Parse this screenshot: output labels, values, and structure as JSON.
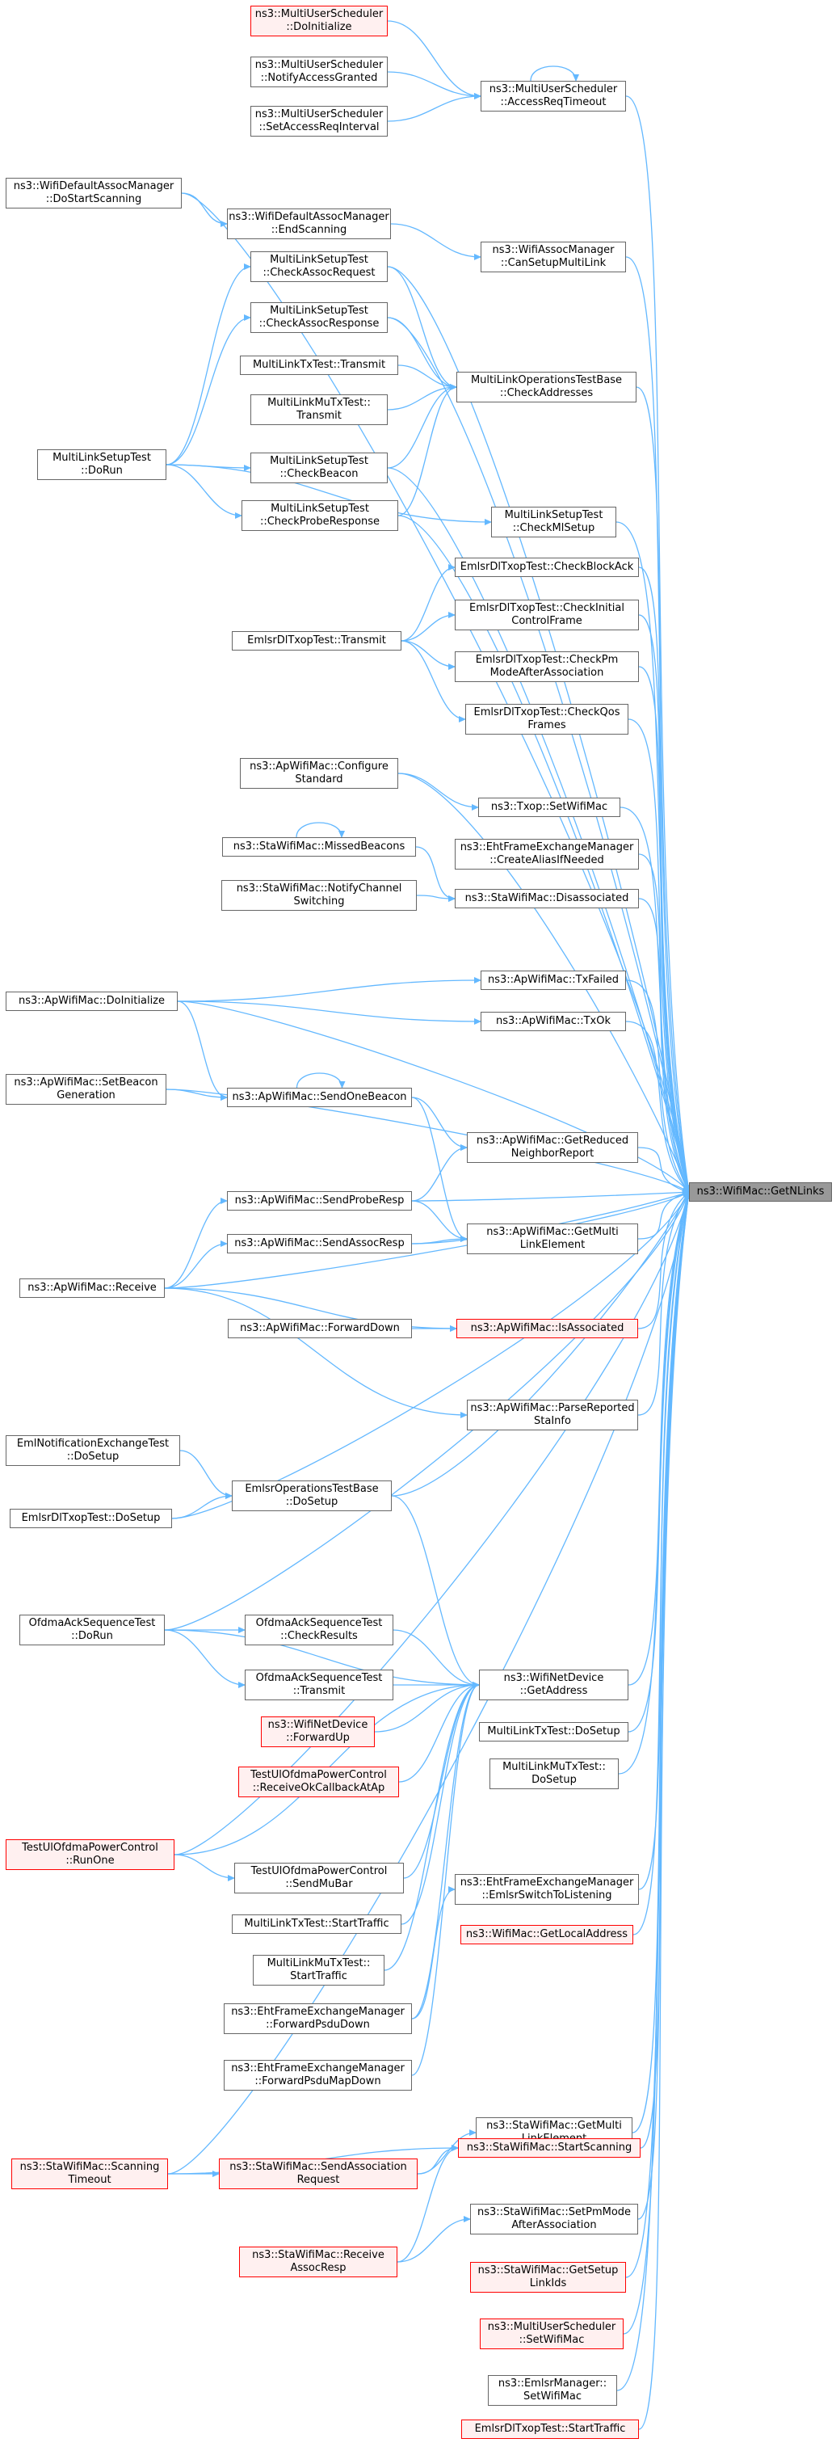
{
  "colors": {
    "edge": "#63b8ff",
    "border": "#666666",
    "red_border": "#ff0000",
    "red_fill": "#fff0f0",
    "target_fill": "#999999"
  },
  "target": "ns3::WifiMac::GetNLinks",
  "nodes": {
    "muDoInit": [
      "ns3::MultiUserScheduler",
      "::DoInitialize"
    ],
    "muNotify": [
      "ns3::MultiUserScheduler",
      "::NotifyAccessGranted"
    ],
    "muSetAcc": [
      "ns3::MultiUserScheduler",
      "::SetAccessReqInterval"
    ],
    "muAccTo": [
      "ns3::MultiUserScheduler",
      "::AccessReqTimeout"
    ],
    "wdamDoStart": [
      "ns3::WifiDefaultAssocManager",
      "::DoStartScanning"
    ],
    "wdamEnd": [
      "ns3::WifiDefaultAssocManager",
      "::EndScanning"
    ],
    "wamCanSetup": [
      "ns3::WifiAssocManager",
      "::CanSetupMultiLink"
    ],
    "mlsCheckAssocReq": [
      "MultiLinkSetupTest",
      "::CheckAssocRequest"
    ],
    "mlsCheckAssocResp": [
      "MultiLinkSetupTest",
      "::CheckAssocResponse"
    ],
    "mltxTransmit": [
      "MultiLinkTxTest::Transmit"
    ],
    "mlmuTransmit": [
      "MultiLinkMuTxTest::",
      "Transmit"
    ],
    "mloCheckAddr": [
      "MultiLinkOperationsTestBase",
      "::CheckAddresses"
    ],
    "mlsDoRun": [
      "MultiLinkSetupTest",
      "::DoRun"
    ],
    "mlsCheckBeacon": [
      "MultiLinkSetupTest",
      "::CheckBeacon"
    ],
    "mlsCheckProbe": [
      "MultiLinkSetupTest",
      "::CheckProbeResponse"
    ],
    "mlsCheckMl": [
      "MultiLinkSetupTest",
      "::CheckMlSetup"
    ],
    "emlBlockAck": [
      "EmlsrDlTxopTest::CheckBlockAck"
    ],
    "emlInitCtrl": [
      "EmlsrDlTxopTest::CheckInitial",
      "ControlFrame"
    ],
    "emlTransmit": [
      "EmlsrDlTxopTest::Transmit"
    ],
    "emlPmMode": [
      "EmlsrDlTxopTest::CheckPm",
      "ModeAfterAssociation"
    ],
    "emlQos": [
      "EmlsrDlTxopTest::CheckQos",
      "Frames"
    ],
    "apConfigStd": [
      "ns3::ApWifiMac::Configure",
      "Standard"
    ],
    "txopSet": [
      "ns3::Txop::SetWifiMac"
    ],
    "staMissed": [
      "ns3::StaWifiMac::MissedBeacons"
    ],
    "ehtCreateAlias": [
      "ns3::EhtFrameExchangeManager",
      "::CreateAliasIfNeeded"
    ],
    "staNotifyCh": [
      "ns3::StaWifiMac::NotifyChannel",
      "Switching"
    ],
    "staDisassoc": [
      "ns3::StaWifiMac::Disassociated"
    ],
    "apDoInit": [
      "ns3::ApWifiMac::DoInitialize"
    ],
    "apTxFailed": [
      "ns3::ApWifiMac::TxFailed"
    ],
    "apTxOk": [
      "ns3::ApWifiMac::TxOk"
    ],
    "apSetBeacon": [
      "ns3::ApWifiMac::SetBeacon",
      "Generation"
    ],
    "apSendBeacon": [
      "ns3::ApWifiMac::SendOneBeacon"
    ],
    "apGetReduced": [
      "ns3::ApWifiMac::GetReduced",
      "NeighborReport"
    ],
    "target": [
      "ns3::WifiMac::GetNLinks"
    ],
    "apSendProbe": [
      "ns3::ApWifiMac::SendProbeResp"
    ],
    "apGetMulti": [
      "ns3::ApWifiMac::GetMulti",
      "LinkElement"
    ],
    "apSendAssoc": [
      "ns3::ApWifiMac::SendAssocResp"
    ],
    "apReceive": [
      "ns3::ApWifiMac::Receive"
    ],
    "apFwdDown": [
      "ns3::ApWifiMac::ForwardDown"
    ],
    "apIsAssoc": [
      "ns3::ApWifiMac::IsAssociated"
    ],
    "apParse": [
      "ns3::ApWifiMac::ParseReported",
      "StaInfo"
    ],
    "emlNotifDoSetup": [
      "EmlNotificationExchangeTest",
      "::DoSetup"
    ],
    "emlsrOpDoSetup": [
      "EmlsrOperationsTestBase",
      "::DoSetup"
    ],
    "emlDlDoSetup": [
      "EmlsrDlTxopTest::DoSetup"
    ],
    "ofdmaDoRun": [
      "OfdmaAckSequenceTest",
      "::DoRun"
    ],
    "ofdmaCheck": [
      "OfdmaAckSequenceTest",
      "::CheckResults"
    ],
    "ofdmaTransmit": [
      "OfdmaAckSequenceTest",
      "::Transmit"
    ],
    "netGetAddr": [
      "ns3::WifiNetDevice",
      "::GetAddress"
    ],
    "netFwdUp": [
      "ns3::WifiNetDevice",
      "::ForwardUp"
    ],
    "mltxDoSetup": [
      "MultiLinkTxTest::DoSetup"
    ],
    "ulRecvOk": [
      "TestUlOfdmaPowerControl",
      "::ReceiveOkCallbackAtAp"
    ],
    "mlmuDoSetup": [
      "MultiLinkMuTxTest::",
      "DoSetup"
    ],
    "ulRunOne": [
      "TestUlOfdmaPowerControl",
      "::RunOne"
    ],
    "ulSendMuBar": [
      "TestUlOfdmaPowerControl",
      "::SendMuBar"
    ],
    "ehtEmlsrSwitch": [
      "ns3::EhtFrameExchangeManager",
      "::EmlsrSwitchToListening"
    ],
    "mltxStart": [
      "MultiLinkTxTest::StartTraffic"
    ],
    "macGetLocal": [
      "ns3::WifiMac::GetLocalAddress"
    ],
    "mlmuStart": [
      "MultiLinkMuTxTest::",
      "StartTraffic"
    ],
    "ehtFwdPsdu": [
      "ns3::EhtFrameExchangeManager",
      "::ForwardPsduDown"
    ],
    "ehtFwdPsduMap": [
      "ns3::EhtFrameExchangeManager",
      "::ForwardPsduMapDown"
    ],
    "staGetMulti": [
      "ns3::StaWifiMac::GetMulti",
      "LinkElement"
    ],
    "staStartScan": [
      "ns3::StaWifiMac::StartScanning"
    ],
    "staScanTo": [
      "ns3::StaWifiMac::Scanning",
      "Timeout"
    ],
    "staSendAssoc": [
      "ns3::StaWifiMac::SendAssociation",
      "Request"
    ],
    "staSetPm": [
      "ns3::StaWifiMac::SetPmMode",
      "AfterAssociation"
    ],
    "staRecvAssoc": [
      "ns3::StaWifiMac::Receive",
      "AssocResp"
    ],
    "staGetSetup": [
      "ns3::StaWifiMac::GetSetup",
      "LinkIds"
    ],
    "muSetMac": [
      "ns3::MultiUserScheduler",
      "::SetWifiMac"
    ],
    "emlsrMgrSet": [
      "ns3::EmlsrManager::",
      "SetWifiMac"
    ],
    "emlStartTraffic": [
      "EmlsrDlTxopTest::StartTraffic"
    ]
  }
}
